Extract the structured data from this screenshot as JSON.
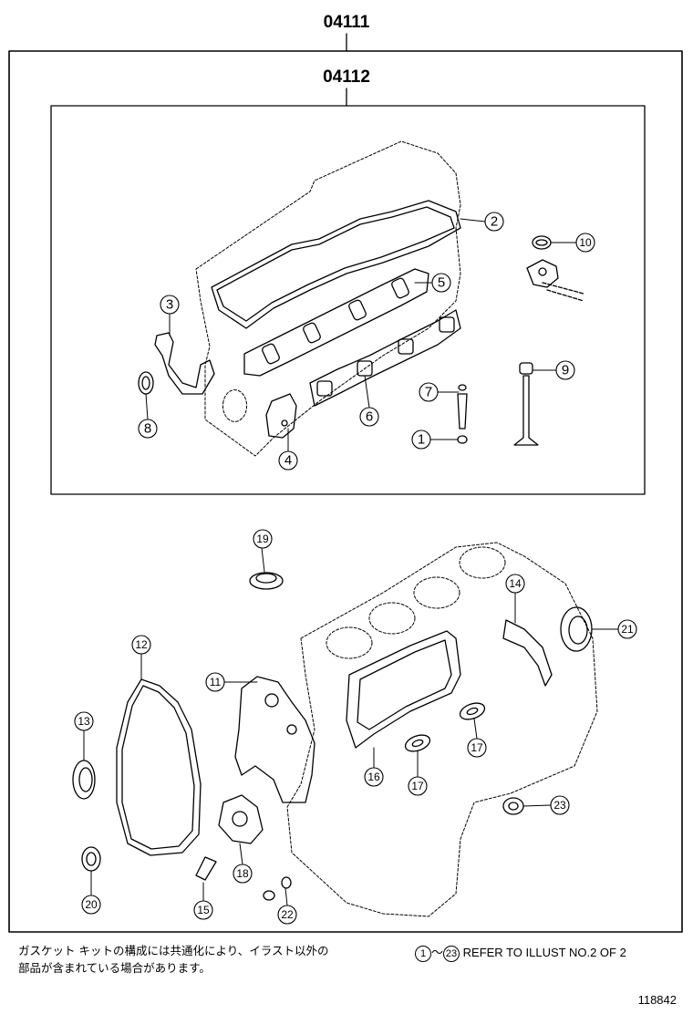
{
  "header": {
    "outer_kit_code": "04111",
    "inner_kit_code": "04112"
  },
  "callouts": [
    {
      "id": "c1",
      "label": "1"
    },
    {
      "id": "c2",
      "label": "2"
    },
    {
      "id": "c3",
      "label": "3"
    },
    {
      "id": "c4",
      "label": "4"
    },
    {
      "id": "c5",
      "label": "5"
    },
    {
      "id": "c6",
      "label": "6"
    },
    {
      "id": "c7",
      "label": "7"
    },
    {
      "id": "c8",
      "label": "8"
    },
    {
      "id": "c9",
      "label": "9"
    },
    {
      "id": "c10",
      "label": "10"
    },
    {
      "id": "c11",
      "label": "11"
    },
    {
      "id": "c12",
      "label": "12"
    },
    {
      "id": "c13",
      "label": "13"
    },
    {
      "id": "c14",
      "label": "14"
    },
    {
      "id": "c15",
      "label": "15"
    },
    {
      "id": "c16",
      "label": "16"
    },
    {
      "id": "c17a",
      "label": "17"
    },
    {
      "id": "c17b",
      "label": "17"
    },
    {
      "id": "c18",
      "label": "18"
    },
    {
      "id": "c19",
      "label": "19"
    },
    {
      "id": "c20",
      "label": "20"
    },
    {
      "id": "c21",
      "label": "21"
    },
    {
      "id": "c22",
      "label": "22"
    },
    {
      "id": "c23",
      "label": "23"
    }
  ],
  "footer": {
    "note_line1": "ガスケット キットの構成には共通化により、イラスト以外の",
    "note_line2": "部品が含まれている場合があります。",
    "ref_from": "1",
    "ref_tilde": "～",
    "ref_to": "23",
    "ref_text": "REFER TO ILLUST NO.2 OF 2",
    "illustration_number": "118842"
  }
}
